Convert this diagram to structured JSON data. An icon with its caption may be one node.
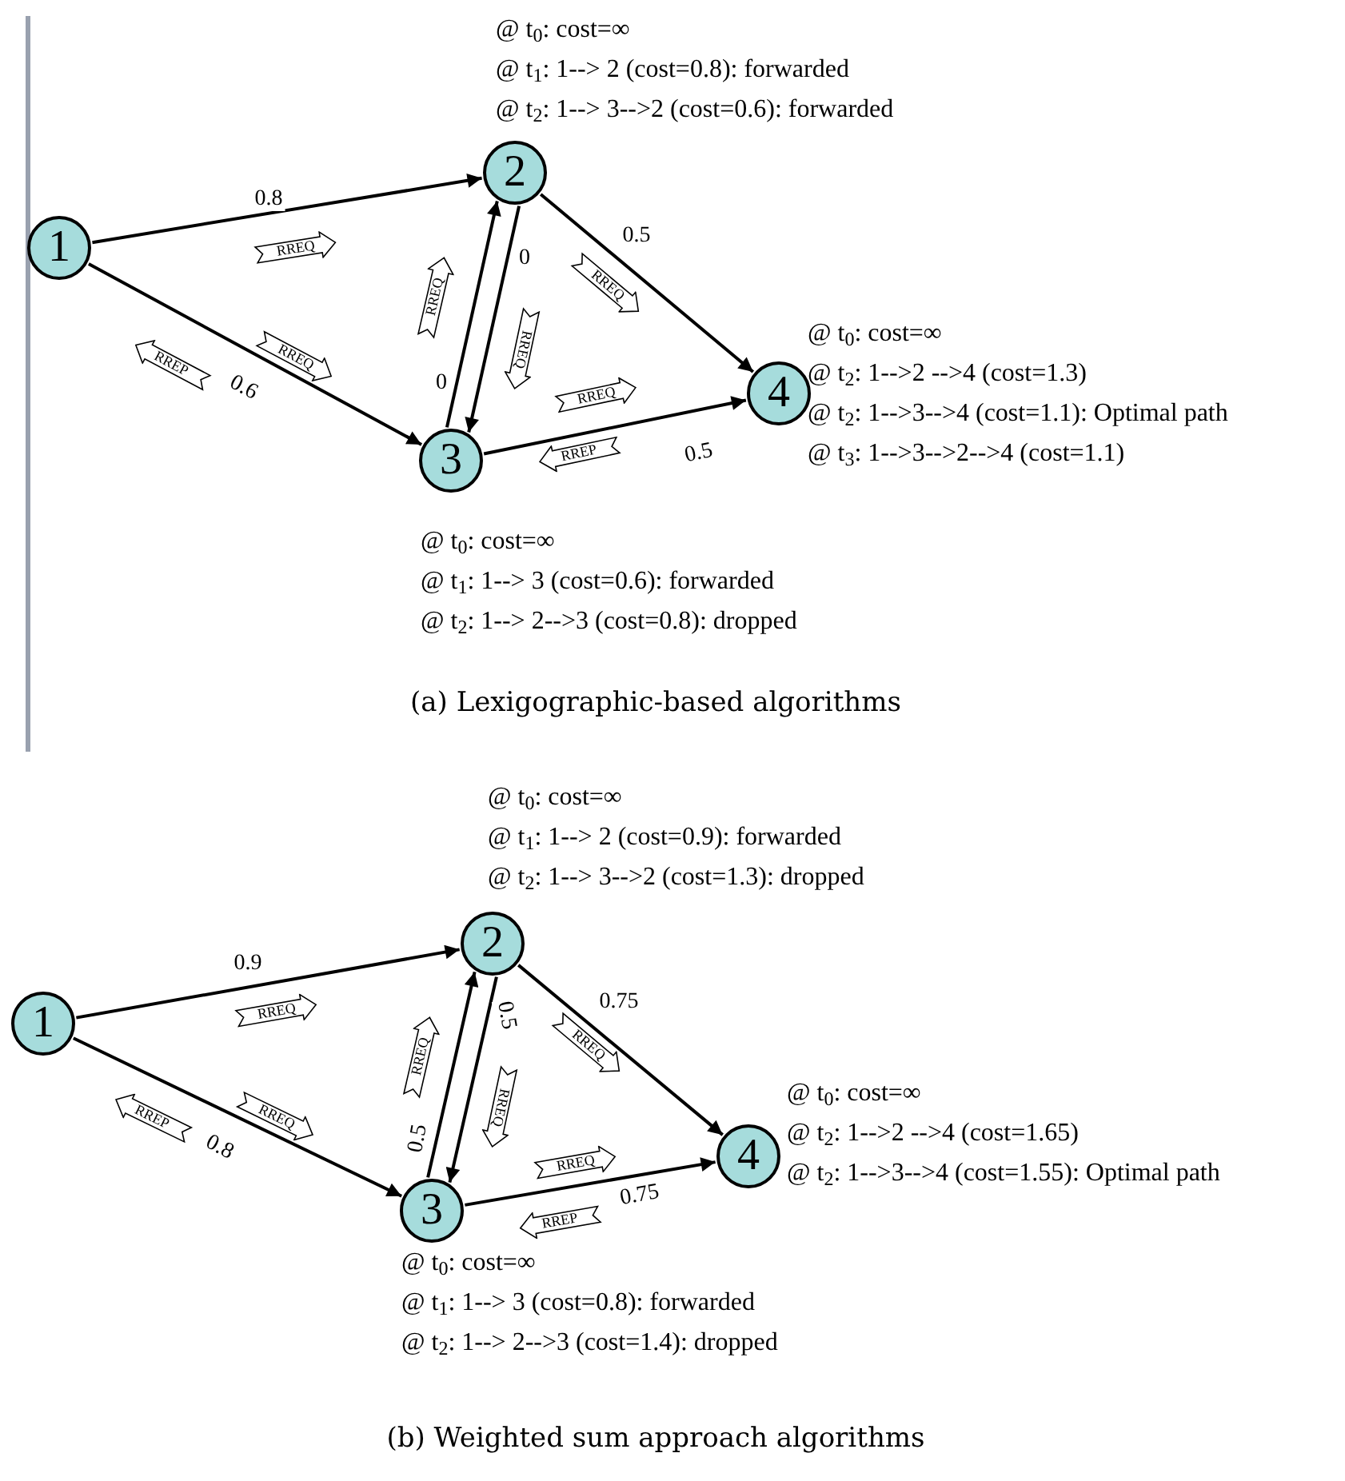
{
  "diagram": {
    "nodes": [
      {
        "text": [
          "1"
        ]
      },
      {
        "text": [
          "2"
        ],
        "beside": [
          "@ t$_{0}$: cost=∞",
          "@ t$_{1}$: 1--> 2 (cost=0.8): forwarded",
          "@ t$_{2}$: 1--> 3-->2 (cost=0.6): forwarded"
        ]
      },
      {
        "text": [
          "3"
        ],
        "beside": [
          "@ t$_{0}$: cost=∞",
          "@ t$_{1}$: 1--> 3 (cost=0.6): forwarded",
          "@ t$_{2}$: 1--> 2-->3 (cost=0.8): dropped"
        ]
      },
      {
        "text": [
          "4"
        ],
        "beside": [
          "@ t$_{0}$: cost=∞",
          "@ t$_{2}$: 1-->2 -->4 (cost=1.3)",
          "@ t$_{2}$: 1-->3-->4 (cost=1.1): Optimal path",
          "@ t$_{3}$: 1-->3-->2-->4 (cost=1.1)"
        ]
      },
      {
        "text": [
          "1"
        ]
      },
      {
        "text": [
          "2"
        ],
        "beside": [
          "@ t$_{0}$: cost=∞",
          "@ t$_{1}$: 1--> 2 (cost=0.9): forwarded",
          "@ t$_{2}$: 1--> 3-->2 (cost=1.3): dropped"
        ]
      },
      {
        "text": [
          "3"
        ],
        "beside": [
          "@ t$_{0}$: cost=∞",
          "@ t$_{1}$: 1--> 3 (cost=0.8): forwarded",
          "@ t$_{2}$: 1--> 2-->3 (cost=1.4): dropped"
        ]
      },
      {
        "text": [
          "4"
        ],
        "beside": [
          "@ t$_{0}$: cost=∞",
          "@ t$_{2}$: 1-->2 -->4 (cost=1.65)",
          "@ t$_{2}$: 1-->3-->4 (cost=1.55): Optimal path"
        ]
      }
    ],
    "edges": [
      {
        "from": 0,
        "to": 1,
        "arrow": "to",
        "label": "0.8"
      },
      {
        "from": 0,
        "to": 2,
        "arrow": "to",
        "label": "0.6"
      },
      {
        "from": 2,
        "to": 1,
        "arrow": "to",
        "label": "0"
      },
      {
        "from": 1,
        "to": 2,
        "arrow": "to",
        "label": "0"
      },
      {
        "from": 1,
        "to": 3,
        "arrow": "to",
        "label": "0.5"
      },
      {
        "from": 2,
        "to": 3,
        "arrow": "to",
        "label": "0.5"
      },
      {
        "from": 4,
        "to": 5,
        "arrow": "to",
        "label": "0.9"
      },
      {
        "from": 4,
        "to": 6,
        "arrow": "to",
        "label": "0.8"
      },
      {
        "from": 6,
        "to": 5,
        "arrow": "to",
        "label": "0.5"
      },
      {
        "from": 5,
        "to": 6,
        "arrow": "to",
        "label": "0.5"
      },
      {
        "from": 5,
        "to": 7,
        "arrow": "to",
        "label": "0.75"
      },
      {
        "from": 6,
        "to": 7,
        "arrow": "to",
        "label": "0.75"
      }
    ],
    "labels": [
      "RREQ",
      "RREQ",
      "RREQ",
      "RREQ",
      "RREP",
      "RREQ",
      "RREQ",
      "RREP",
      "(a) Lexigographic-based algorithms",
      "RREQ",
      "RREQ",
      "RREQ",
      "RREQ",
      "RREP",
      "RREQ",
      "RREQ",
      "RREP",
      "(b) Weighted sum approach algorithms"
    ]
  }
}
